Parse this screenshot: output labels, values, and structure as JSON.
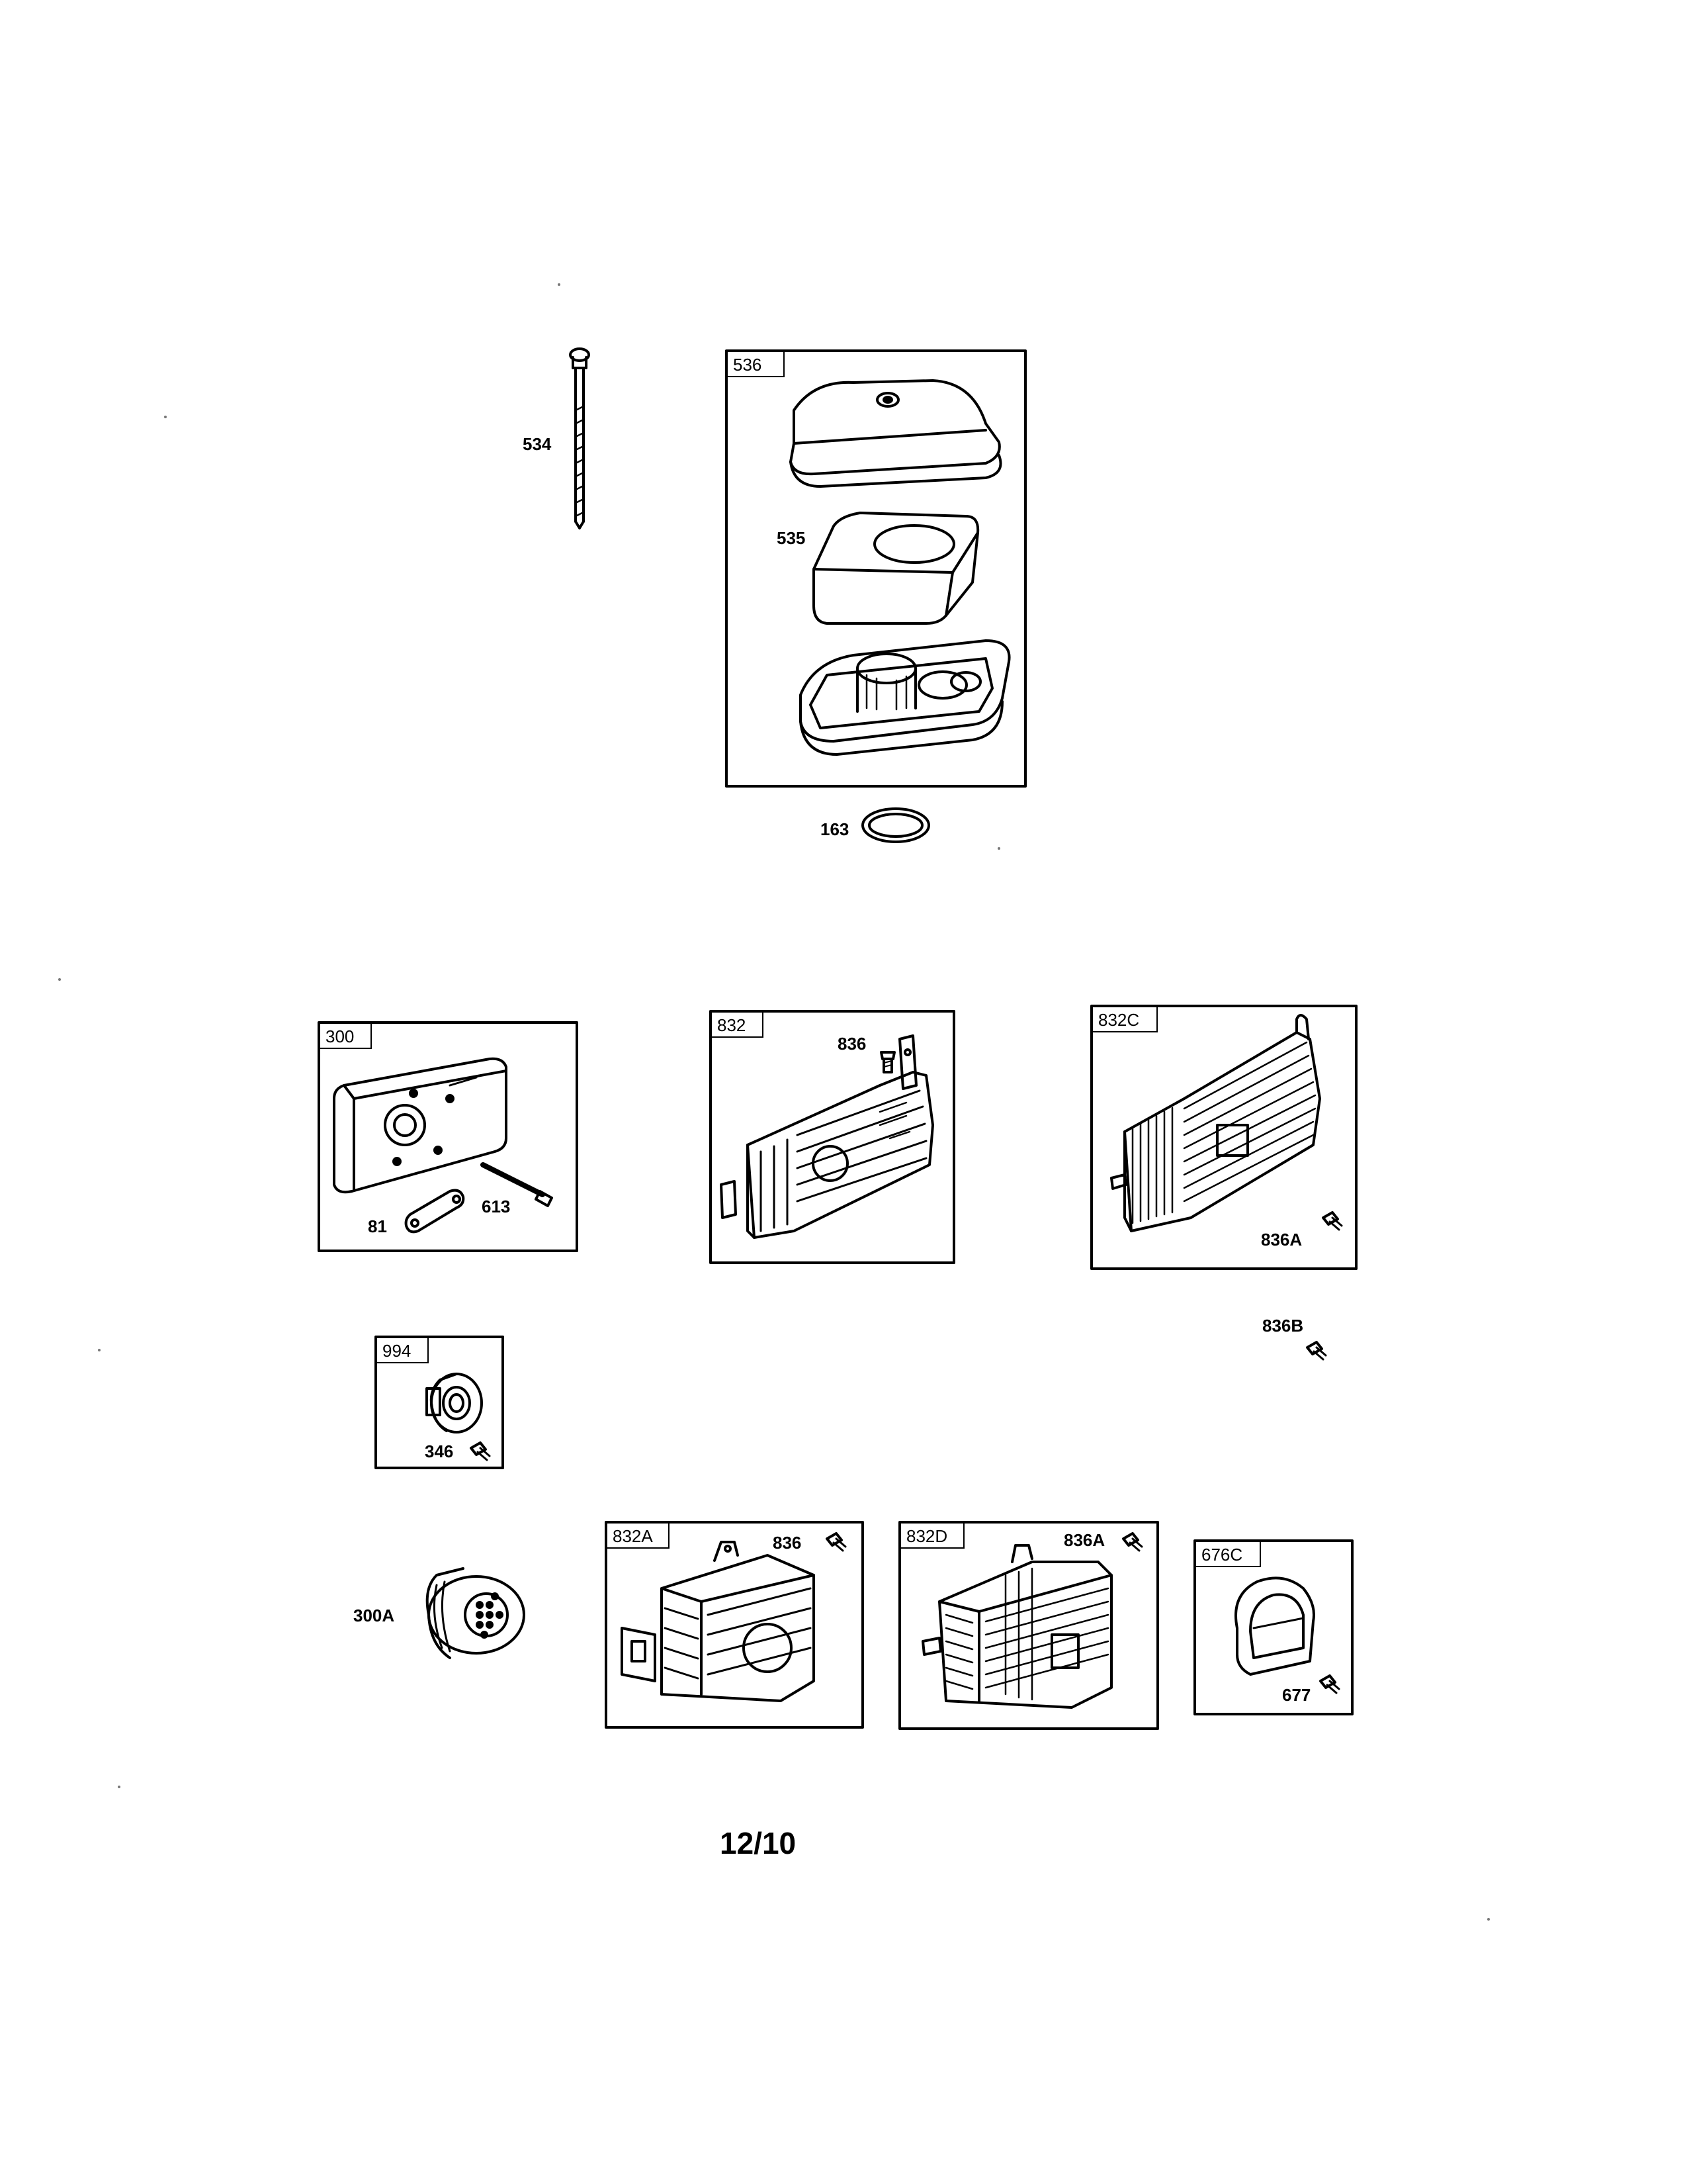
{
  "diagram": {
    "groups": {
      "air_cleaner": "536",
      "muffler": "300",
      "guard_832": "832",
      "guard_832c": "832C",
      "kit_994": "994",
      "guard_832a": "832A",
      "guard_832d": "832D",
      "deflector_676c": "676C"
    },
    "parts": {
      "p534": "534",
      "p535": "535",
      "p163": "163",
      "p81": "81",
      "p613": "613",
      "p836_top": "836",
      "p836a_c": "836A",
      "p836b": "836B",
      "p346": "346",
      "p300a": "300A",
      "p836_a": "836",
      "p836a_d": "836A",
      "p677": "677"
    }
  },
  "footer": {
    "date_code": "12/10"
  }
}
